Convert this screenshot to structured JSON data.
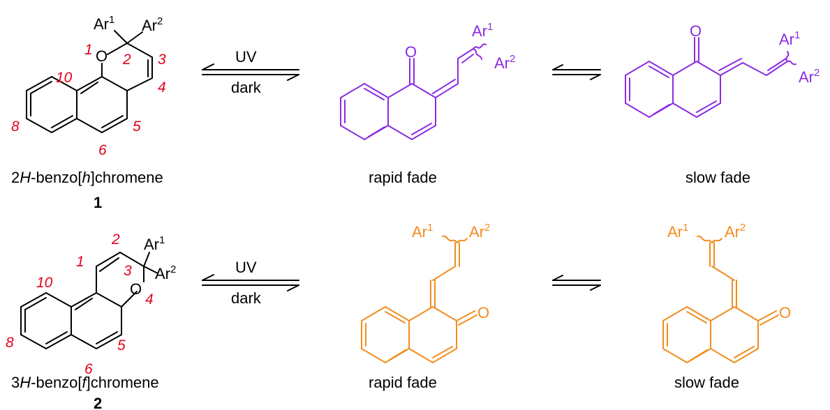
{
  "colors": {
    "bond_black": "#000000",
    "purple": "#8B2BE2",
    "orange": "#F28C1E",
    "red": "#E0001B"
  },
  "atoms": {
    "ar1": "Ar",
    "ar2": "Ar",
    "sup1": "1",
    "sup2": "2",
    "oxygen": "O"
  },
  "arrows": {
    "uv": "UV",
    "dark": "dark"
  },
  "row1": {
    "locants": [
      "1",
      "2",
      "3",
      "4",
      "5",
      "6",
      "8",
      "10"
    ],
    "name_prefix": "2",
    "name_italic1": "H",
    "name_mid": "-benzo[",
    "name_italic2": "h",
    "name_suffix": "]chromene",
    "compound_number": "1",
    "caption_mid": "rapid fade",
    "caption_right": "slow fade"
  },
  "row2": {
    "locants": [
      "1",
      "2",
      "3",
      "4",
      "5",
      "6",
      "8",
      "10"
    ],
    "name_prefix": "3",
    "name_italic1": "H",
    "name_mid": "-benzo[",
    "name_italic2": "f",
    "name_suffix": "]chromene",
    "compound_number": "2",
    "caption_mid": "rapid fade",
    "caption_right": "slow fade"
  }
}
